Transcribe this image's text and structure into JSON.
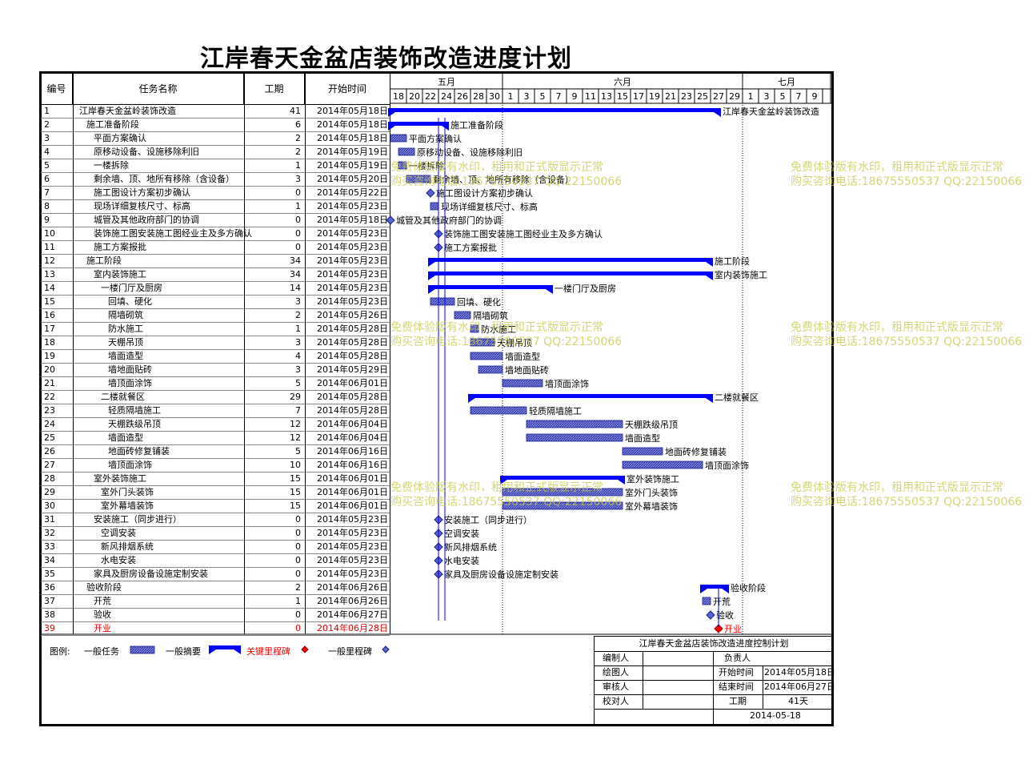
{
  "title": "江岸春天金盆店装饰改造进度计划",
  "headers": {
    "id": "编号",
    "name": "任务名称",
    "duration": "工期",
    "start": "开始时间"
  },
  "months": [
    "五月",
    "六月",
    "七月"
  ],
  "day_labels": [
    "18",
    "20",
    "22",
    "24",
    "26",
    "28",
    "30",
    "1",
    "3",
    "5",
    "7",
    "9",
    "11",
    "13",
    "15",
    "17",
    "19",
    "21",
    "23",
    "25",
    "27",
    "29",
    "1",
    "3",
    "5",
    "7",
    "9"
  ],
  "tasks": [
    {
      "id": "1",
      "name": "江岸春天金盆岭装饰改造",
      "duration": "41",
      "start": "2014年05月18日",
      "level": 0,
      "type": "summary",
      "s": 0,
      "d": 41,
      "label": "江岸春天金盆岭装饰改造"
    },
    {
      "id": "2",
      "name": "施工准备阶段",
      "duration": "6",
      "start": "2014年05月18日",
      "level": 1,
      "type": "summary",
      "s": 0,
      "d": 7,
      "label": "施工准备阶段"
    },
    {
      "id": "3",
      "name": "平面方案确认",
      "duration": "2",
      "start": "2014年05月18日",
      "level": 2,
      "type": "task",
      "s": 0,
      "d": 2,
      "label": "平面方案确认"
    },
    {
      "id": "4",
      "name": "原移动设备、设施移除利旧",
      "duration": "2",
      "start": "2014年05月19日",
      "level": 2,
      "type": "task",
      "s": 1,
      "d": 2,
      "label": "原移动设备、设施移除利旧"
    },
    {
      "id": "5",
      "name": "一楼拆除",
      "duration": "1",
      "start": "2014年05月19日",
      "level": 2,
      "type": "task",
      "s": 1,
      "d": 1,
      "label": "一楼拆除"
    },
    {
      "id": "6",
      "name": "剩余墙、顶、地所有移除（含设备）",
      "duration": "3",
      "start": "2014年05月20日",
      "level": 2,
      "type": "task",
      "s": 2,
      "d": 3,
      "label": "剩余墙、顶、地所有移除（含设备）"
    },
    {
      "id": "7",
      "name": "施工图设计方案初步确认",
      "duration": "0",
      "start": "2014年05月22日",
      "level": 2,
      "type": "milestone",
      "s": 5,
      "d": 0,
      "label": "施工图设计方案初步确认"
    },
    {
      "id": "8",
      "name": "现场详细复核尺寸、标高",
      "duration": "1",
      "start": "2014年05月23日",
      "level": 2,
      "type": "task",
      "s": 5,
      "d": 1,
      "label": "现场详细复核尺寸、标高"
    },
    {
      "id": "9",
      "name": "城管及其他政府部门的协调",
      "duration": "0",
      "start": "2014年05月18日",
      "level": 2,
      "type": "milestone",
      "s": 0,
      "d": 0,
      "label": "城管及其他政府部门的协调"
    },
    {
      "id": "10",
      "name": "装饰施工图安装施工图经业主及多方确认",
      "duration": "0",
      "start": "2014年05月23日",
      "level": 2,
      "type": "milestone",
      "s": 6,
      "d": 0,
      "label": "装饰施工图安装施工图经业主及多方确认"
    },
    {
      "id": "11",
      "name": "施工方案报批",
      "duration": "0",
      "start": "2014年05月23日",
      "level": 2,
      "type": "milestone",
      "s": 6,
      "d": 0,
      "label": "施工方案报批"
    },
    {
      "id": "12",
      "name": "施工阶段",
      "duration": "34",
      "start": "2014年05月23日",
      "level": 1,
      "type": "summary",
      "s": 5,
      "d": 35,
      "label": "施工阶段"
    },
    {
      "id": "13",
      "name": "室内装饰施工",
      "duration": "34",
      "start": "2014年05月23日",
      "level": 2,
      "type": "summary",
      "s": 5,
      "d": 35,
      "label": "室内装饰施工"
    },
    {
      "id": "14",
      "name": "一楼门厅及厨房",
      "duration": "14",
      "start": "2014年05月23日",
      "level": 3,
      "type": "summary",
      "s": 5,
      "d": 15,
      "label": "一楼门厅及厨房"
    },
    {
      "id": "15",
      "name": "回填、硬化",
      "duration": "3",
      "start": "2014年05月23日",
      "level": 4,
      "type": "task",
      "s": 5,
      "d": 3,
      "label": "回填、硬化"
    },
    {
      "id": "16",
      "name": "隔墙砌筑",
      "duration": "2",
      "start": "2014年05月26日",
      "level": 4,
      "type": "task",
      "s": 8,
      "d": 2,
      "label": "隔墙砌筑"
    },
    {
      "id": "17",
      "name": "防水施工",
      "duration": "1",
      "start": "2014年05月28日",
      "level": 4,
      "type": "task",
      "s": 10,
      "d": 1,
      "label": "防水施工"
    },
    {
      "id": "18",
      "name": "天棚吊顶",
      "duration": "3",
      "start": "2014年05月28日",
      "level": 4,
      "type": "task",
      "s": 10,
      "d": 3,
      "label": "天棚吊顶"
    },
    {
      "id": "19",
      "name": "墙面造型",
      "duration": "4",
      "start": "2014年05月28日",
      "level": 4,
      "type": "task",
      "s": 10,
      "d": 4,
      "label": "墙面造型"
    },
    {
      "id": "20",
      "name": "墙地面贴砖",
      "duration": "3",
      "start": "2014年05月29日",
      "level": 4,
      "type": "task",
      "s": 11,
      "d": 3,
      "label": "墙地面贴砖"
    },
    {
      "id": "21",
      "name": "墙顶面涂饰",
      "duration": "5",
      "start": "2014年06月01日",
      "level": 4,
      "type": "task",
      "s": 14,
      "d": 5,
      "label": "墙顶面涂饰"
    },
    {
      "id": "22",
      "name": "二楼就餐区",
      "duration": "29",
      "start": "2014年05月28日",
      "level": 3,
      "type": "summary",
      "s": 10,
      "d": 30,
      "label": "二楼就餐区"
    },
    {
      "id": "23",
      "name": "轻质隔墙施工",
      "duration": "7",
      "start": "2014年05月28日",
      "level": 4,
      "type": "task",
      "s": 10,
      "d": 7,
      "label": "轻质隔墙施工"
    },
    {
      "id": "24",
      "name": "天棚跌级吊顶",
      "duration": "12",
      "start": "2014年06月04日",
      "level": 4,
      "type": "task",
      "s": 17,
      "d": 12,
      "label": "天棚跌级吊顶"
    },
    {
      "id": "25",
      "name": "墙面造型",
      "duration": "12",
      "start": "2014年06月04日",
      "level": 4,
      "type": "task",
      "s": 17,
      "d": 12,
      "label": "墙面造型"
    },
    {
      "id": "26",
      "name": "地面砖修复铺装",
      "duration": "5",
      "start": "2014年06月16日",
      "level": 4,
      "type": "task",
      "s": 29,
      "d": 5,
      "label": "地面砖修复铺装"
    },
    {
      "id": "27",
      "name": "墙顶面涂饰",
      "duration": "10",
      "start": "2014年06月16日",
      "level": 4,
      "type": "task",
      "s": 29,
      "d": 10,
      "label": "墙顶面涂饰"
    },
    {
      "id": "28",
      "name": "室外装饰施工",
      "duration": "15",
      "start": "2014年06月01日",
      "level": 2,
      "type": "summary",
      "s": 14,
      "d": 15,
      "label": "室外装饰施工"
    },
    {
      "id": "29",
      "name": "室外门头装饰",
      "duration": "15",
      "start": "2014年06月01日",
      "level": 3,
      "type": "task",
      "s": 14,
      "d": 15,
      "label": "室外门头装饰"
    },
    {
      "id": "30",
      "name": "室外幕墙装饰",
      "duration": "15",
      "start": "2014年06月01日",
      "level": 3,
      "type": "task",
      "s": 14,
      "d": 15,
      "label": "室外幕墙装饰"
    },
    {
      "id": "31",
      "name": "安装施工（同步进行）",
      "duration": "0",
      "start": "2014年05月23日",
      "level": 2,
      "type": "milestone",
      "s": 6,
      "d": 0,
      "label": "安装施工（同步进行）"
    },
    {
      "id": "32",
      "name": "空调安装",
      "duration": "0",
      "start": "2014年05月23日",
      "level": 3,
      "type": "milestone",
      "s": 6,
      "d": 0,
      "label": "空调安装"
    },
    {
      "id": "33",
      "name": "新风排烟系统",
      "duration": "0",
      "start": "2014年05月23日",
      "level": 3,
      "type": "milestone",
      "s": 6,
      "d": 0,
      "label": "新风排烟系统"
    },
    {
      "id": "34",
      "name": "水电安装",
      "duration": "0",
      "start": "2014年05月23日",
      "level": 3,
      "type": "milestone",
      "s": 6,
      "d": 0,
      "label": "水电安装"
    },
    {
      "id": "35",
      "name": "家具及厨房设备设施定制安装",
      "duration": "0",
      "start": "2014年05月23日",
      "level": 2,
      "type": "milestone",
      "s": 6,
      "d": 0,
      "label": "家具及厨房设备设施定制安装"
    },
    {
      "id": "36",
      "name": "验收阶段",
      "duration": "2",
      "start": "2014年06月26日",
      "level": 1,
      "type": "summary",
      "s": 39,
      "d": 3,
      "label": "验收阶段"
    },
    {
      "id": "37",
      "name": "开荒",
      "duration": "1",
      "start": "2014年06月26日",
      "level": 2,
      "type": "task",
      "s": 39,
      "d": 1,
      "label": "开荒"
    },
    {
      "id": "38",
      "name": "验收",
      "duration": "0",
      "start": "2014年06月27日",
      "level": 2,
      "type": "milestone",
      "s": 40,
      "d": 0,
      "label": "验收"
    },
    {
      "id": "39",
      "name": "开业",
      "duration": "0",
      "start": "2014年06月28日",
      "level": 2,
      "type": "key",
      "s": 41,
      "d": 0,
      "label": "开业"
    }
  ],
  "legend": {
    "title": "图例:",
    "task": "一般任务",
    "summary": "一般摘要",
    "key": "关键里程碑",
    "milestone": "一般里程碑"
  },
  "info": {
    "title": "江岸春天金盆店装饰改造进度控制计划",
    "editor": "编制人",
    "owner": "负责人",
    "drawer": "绘图人",
    "start_label": "开始时间",
    "start_value": "2014年05月18日",
    "reviewer": "审核人",
    "end_label": "结束时间",
    "end_value": "2014年06月27日",
    "checker": "校对人",
    "duration_label": "工期",
    "duration_value": "41天",
    "date": "2014-05-18"
  },
  "watermark": {
    "line1": "免费体验版有水印，租用和正式版显示正常",
    "line2": "购买咨询电话:18675550537 QQ:22150066"
  },
  "colors": {
    "bar": "#0000ff",
    "task_fill": "#5a64c8",
    "key": "#ff0000",
    "grid": "#888888"
  }
}
